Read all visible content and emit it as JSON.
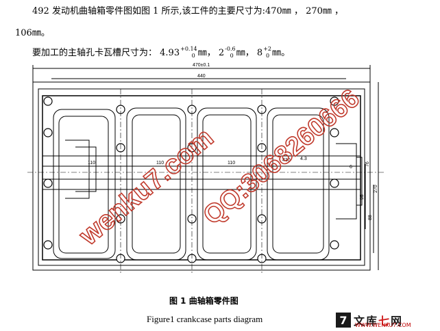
{
  "text": {
    "line1": "492 发动机曲轴箱零件图如图 1 所示,该工件的主要尺寸为:470㎜ ， 270㎜ ，",
    "line2": "106㎜。",
    "line3_prefix": "要加工的主轴孔卡瓦槽尺寸为：",
    "dim1_base": "4.93",
    "dim1_sub": "0",
    "dim1_sup": "+0.14",
    "dim2_base": "2",
    "dim2_sub": "0",
    "dim2_sup": "-0.6",
    "dim3_base": "8",
    "dim3_sub": "0",
    "dim3_sup": "+2",
    "unit": "㎜",
    "sep": "，"
  },
  "drawing": {
    "dim_470": "470±0.1",
    "dim_440": "440",
    "dim_110a": "110",
    "dim_110b": "110",
    "dim_110c": "110",
    "dim_6": "6",
    "dim_76": "76",
    "dim_270": "270",
    "dim_95": "95",
    "dim_88": "88",
    "dim_small1": "430",
    "dim_small2": "4.3"
  },
  "watermark": {
    "site": "wenku7.com",
    "qq": "QQ:3068260666"
  },
  "caption": {
    "chinese": "图 1  曲轴箱零件图",
    "english": "Figure1 crankcase parts diagram"
  },
  "logo": {
    "mark": "7",
    "name_a": "文库",
    "name_b": "七",
    "name_c": "网",
    "url": "WWW.WENKU7.COM"
  }
}
